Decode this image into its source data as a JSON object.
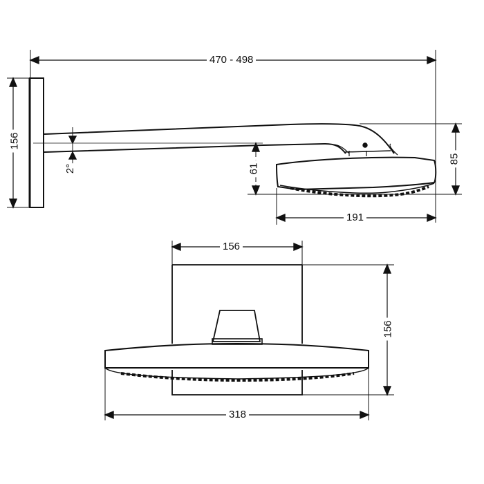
{
  "drawing": {
    "subject": "Wall-mounted overhead shower head with arm",
    "units": "mm",
    "colors": {
      "line": "#111111",
      "background": "#ffffff"
    }
  },
  "side_view": {
    "overall_length": "470 - 498",
    "wall_plate_height": "156",
    "arm_angle": "2°",
    "head_offset": "61",
    "head_total_height": "85",
    "head_depth": "191"
  },
  "front_view": {
    "plate_width": "156",
    "plate_height": "156",
    "head_width": "318"
  }
}
